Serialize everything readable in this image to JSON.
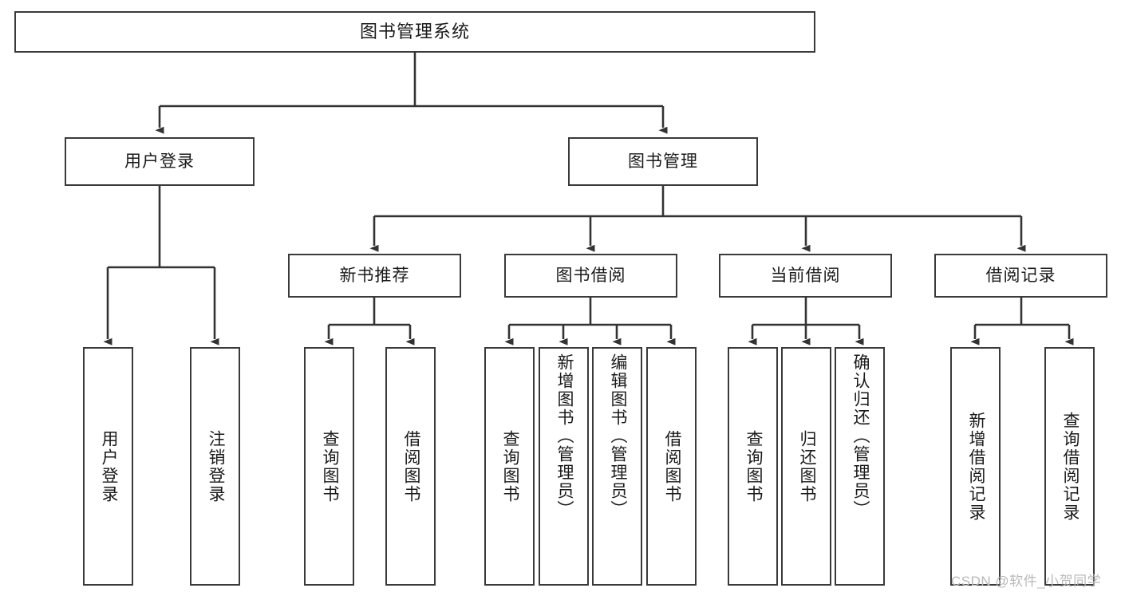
{
  "diagram": {
    "title": "图书管理系统",
    "type": "tree-hierarchy-diagram",
    "watermark": "CSDN @软件_小贺同学",
    "colors": {
      "background": "#ffffff",
      "border": "#3a3a3a",
      "text": "#1a1a1a",
      "connector": "#333333",
      "watermark": "#b9b9b9"
    }
  },
  "nodes": {
    "root": {
      "label": "图书管理系统"
    },
    "level1": [
      {
        "id": "user-login",
        "label": "用户登录"
      },
      {
        "id": "book-management",
        "label": "图书管理"
      }
    ],
    "level2": [
      {
        "id": "new-book-recommend",
        "label": "新书推荐",
        "parent": "book-management"
      },
      {
        "id": "book-borrow",
        "label": "图书借阅",
        "parent": "book-management"
      },
      {
        "id": "current-borrow",
        "label": "当前借阅",
        "parent": "book-management"
      },
      {
        "id": "borrow-record",
        "label": "借阅记录",
        "parent": "book-management"
      }
    ],
    "leaves": [
      {
        "id": "leaf-user-login",
        "label": "用户登录",
        "parent": "user-login"
      },
      {
        "id": "leaf-logout-login",
        "label": "注销登录",
        "parent": "user-login"
      },
      {
        "id": "leaf-query-book-1",
        "label": "查询图书",
        "parent": "new-book-recommend"
      },
      {
        "id": "leaf-borrow-book-1",
        "label": "借阅图书",
        "parent": "new-book-recommend"
      },
      {
        "id": "leaf-query-book-2",
        "label": "查询图书",
        "parent": "book-borrow"
      },
      {
        "id": "leaf-add-book",
        "label": "新增图书（管理员）",
        "parent": "book-borrow"
      },
      {
        "id": "leaf-edit-book",
        "label": "编辑图书（管理员）",
        "parent": "book-borrow"
      },
      {
        "id": "leaf-borrow-book-2",
        "label": "借阅图书",
        "parent": "book-borrow"
      },
      {
        "id": "leaf-query-book-3",
        "label": "查询图书",
        "parent": "current-borrow"
      },
      {
        "id": "leaf-return-book",
        "label": "归还图书",
        "parent": "current-borrow"
      },
      {
        "id": "leaf-confirm-return",
        "label": "确认归还（管理员）",
        "parent": "current-borrow"
      },
      {
        "id": "leaf-add-record",
        "label": "新增借阅记录",
        "parent": "borrow-record"
      },
      {
        "id": "leaf-query-record",
        "label": "查询借阅记录",
        "parent": "borrow-record"
      }
    ]
  }
}
